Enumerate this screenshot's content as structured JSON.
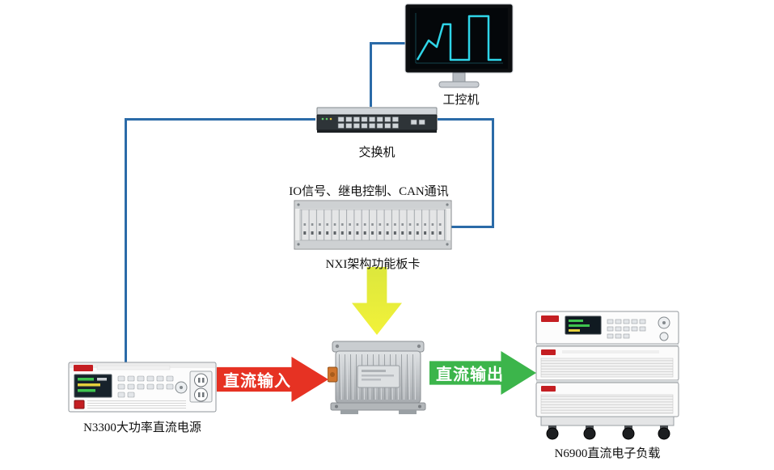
{
  "diagram": {
    "nodes": {
      "ipc": {
        "label": "工控机"
      },
      "switch": {
        "label": "交换机"
      },
      "nxi": {
        "caption": "IO信号、继电控制、CAN通讯",
        "label": "NXI架构功能板卡"
      },
      "psu": {
        "label": "N3300大功率直流电源"
      },
      "load": {
        "label": "N6900直流电子负载"
      }
    },
    "flows": {
      "dc_input": {
        "label": "直流输入",
        "color": "#e63223"
      },
      "dc_output": {
        "label": "直流输出",
        "color": "#3cb54b"
      },
      "control": {
        "color": "#eef23c"
      }
    },
    "link_color": "#2b6ba8"
  }
}
